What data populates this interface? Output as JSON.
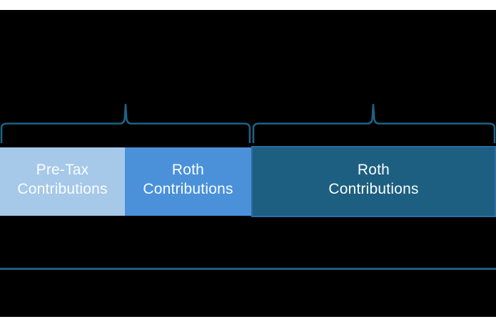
{
  "canvas": {
    "background_color": "#000000",
    "letterbox_color": "#ffffff"
  },
  "braces": {
    "color": "#1e6283",
    "left_brace_covers": [
      "Pre-Tax Contributions",
      "Roth Contributions"
    ],
    "right_brace_covers": [
      "Roth Contributions"
    ]
  },
  "bar": {
    "text_color": "#fafdfe",
    "segments": [
      {
        "label_line1": "Pre-Tax",
        "label_line2": "Contributions",
        "color": "#a6c8e9"
      },
      {
        "label_line1": "Roth",
        "label_line2": "Contributions",
        "color": "#4a91da"
      },
      {
        "label_line1": "Roth",
        "label_line2": "Contributions",
        "color": "#1c5f81",
        "border_color": "#2e6ba4"
      }
    ]
  },
  "divider": {
    "color": "#1d5f7e"
  }
}
